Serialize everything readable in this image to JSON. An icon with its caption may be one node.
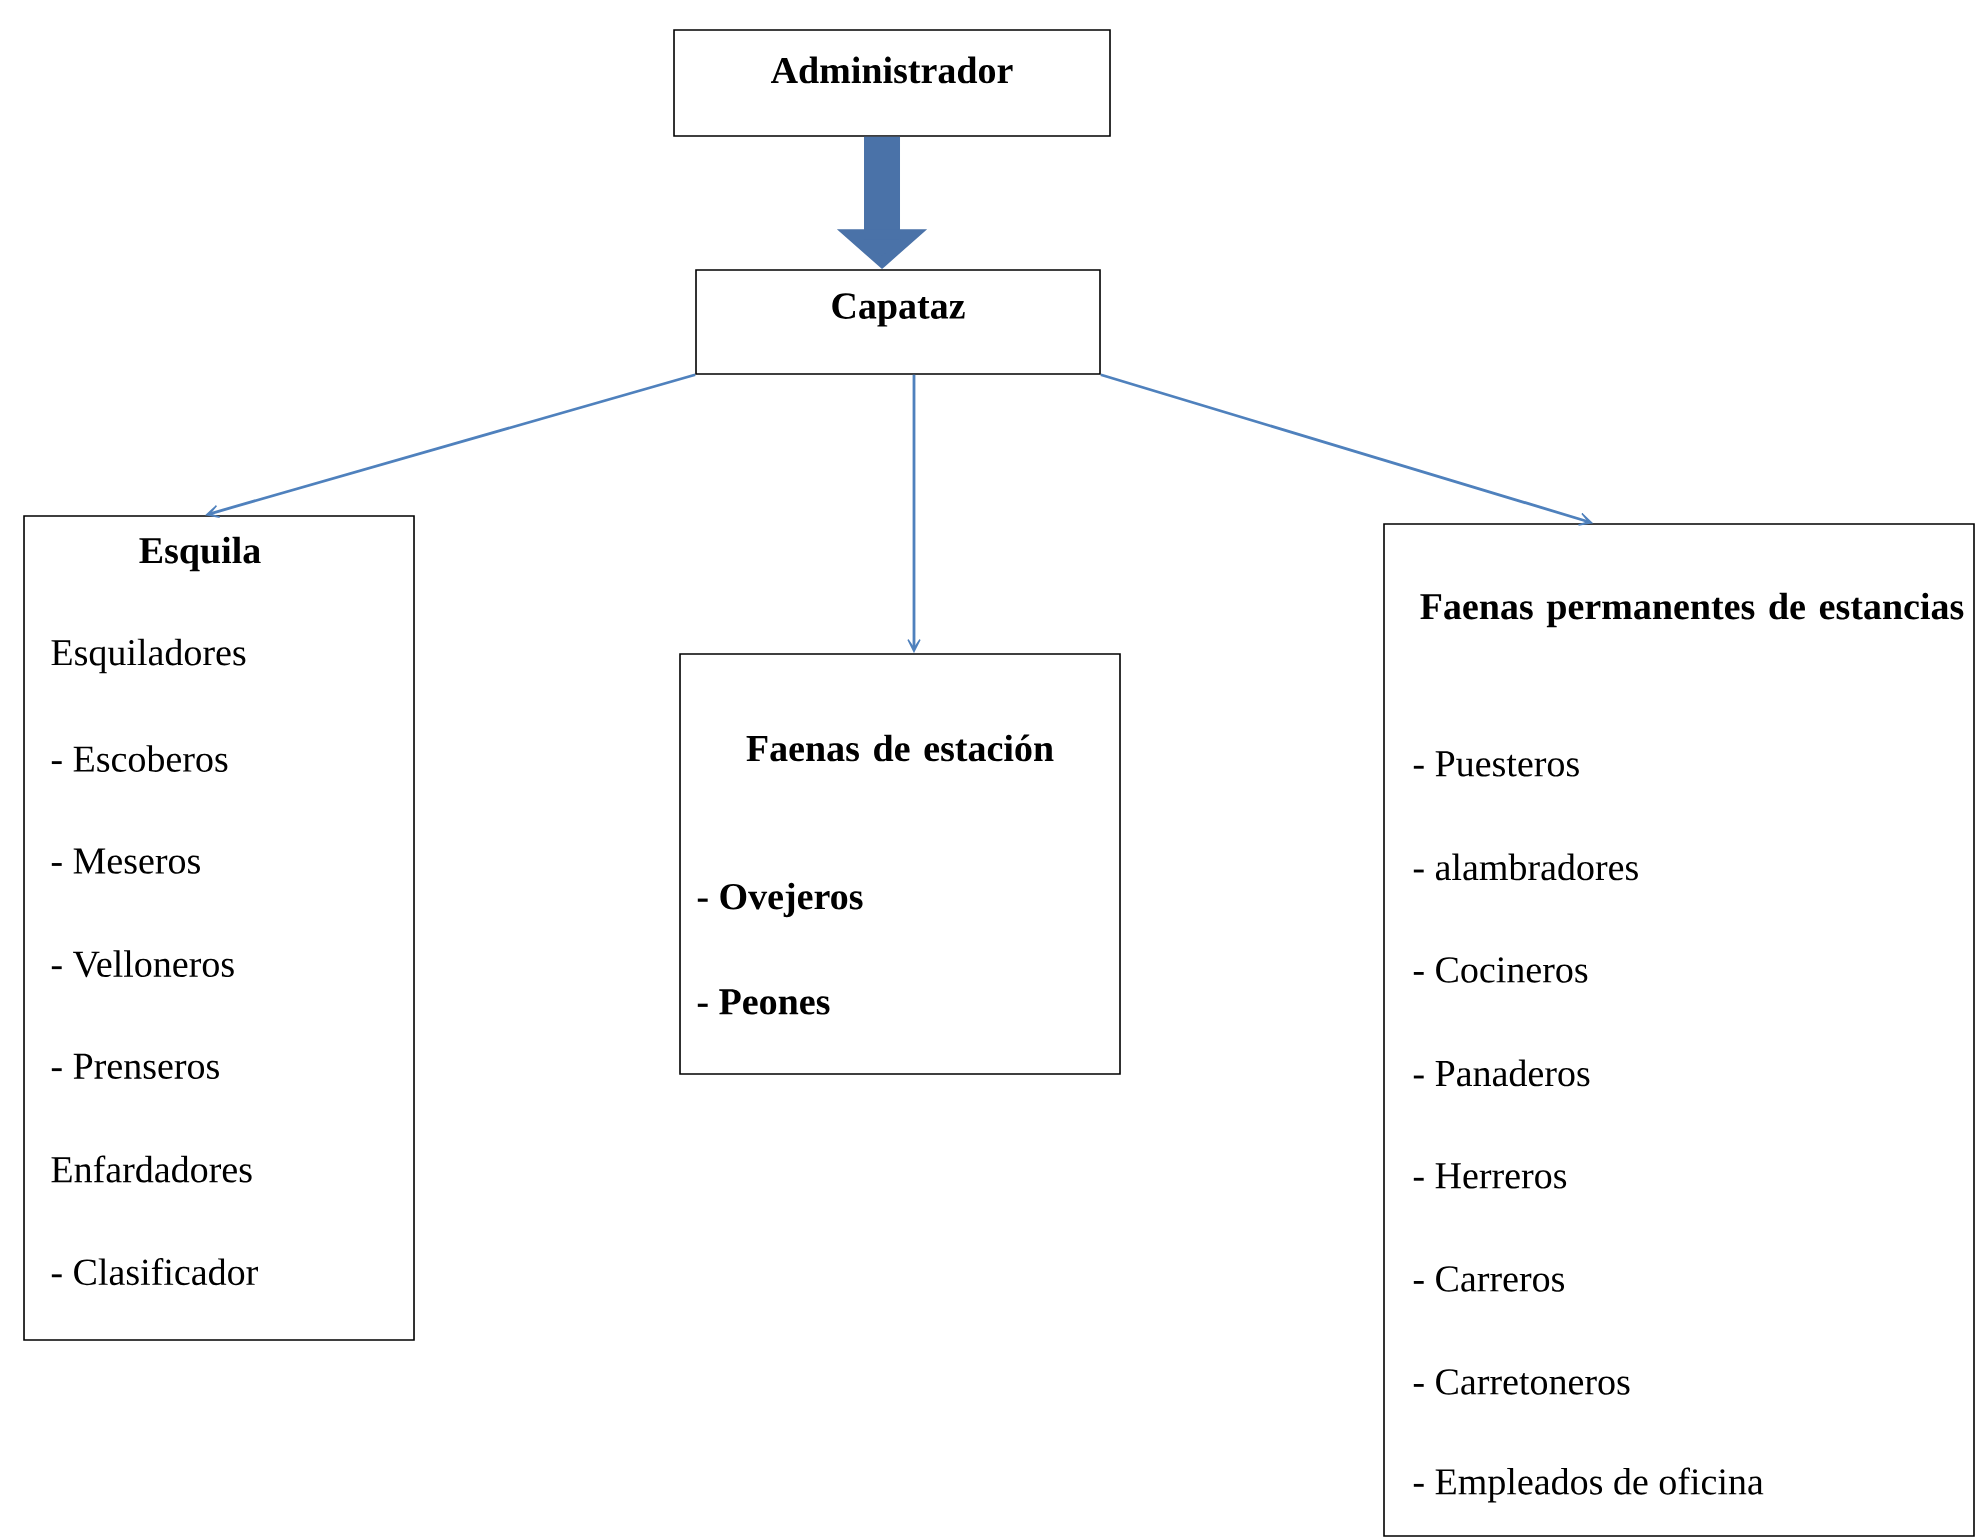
{
  "diagram": {
    "nodes": [
      {
        "text": [
          "Administrador"
        ]
      },
      {
        "text": [
          "Capataz"
        ]
      },
      {
        "text": [
          "Esquila",
          "Esquiladores",
          "- Escoberos",
          "- Meseros",
          "- Velloneros",
          "- Prenseros",
          "Enfardadores",
          "- Clasificador"
        ]
      },
      {
        "text": [
          "Faenas de estación",
          "- Ovejeros",
          "- Peones"
        ]
      },
      {
        "text": [
          "Faenas permanentes de estancias",
          "- Puesteros",
          "- alambradores",
          "- Cocineros",
          "- Panaderos",
          "- Herreros",
          "- Carreros",
          "- Carretoneros",
          "- Empleados de oficina"
        ]
      }
    ],
    "edges": [
      {
        "from": 0,
        "to": 1,
        "arrow": "to",
        "style": "thick",
        "color": "#4a72a8"
      },
      {
        "from": 1,
        "to": 2,
        "arrow": "to"
      },
      {
        "from": 1,
        "to": 3,
        "arrow": "to"
      },
      {
        "from": 1,
        "to": 4,
        "arrow": "to"
      }
    ]
  }
}
